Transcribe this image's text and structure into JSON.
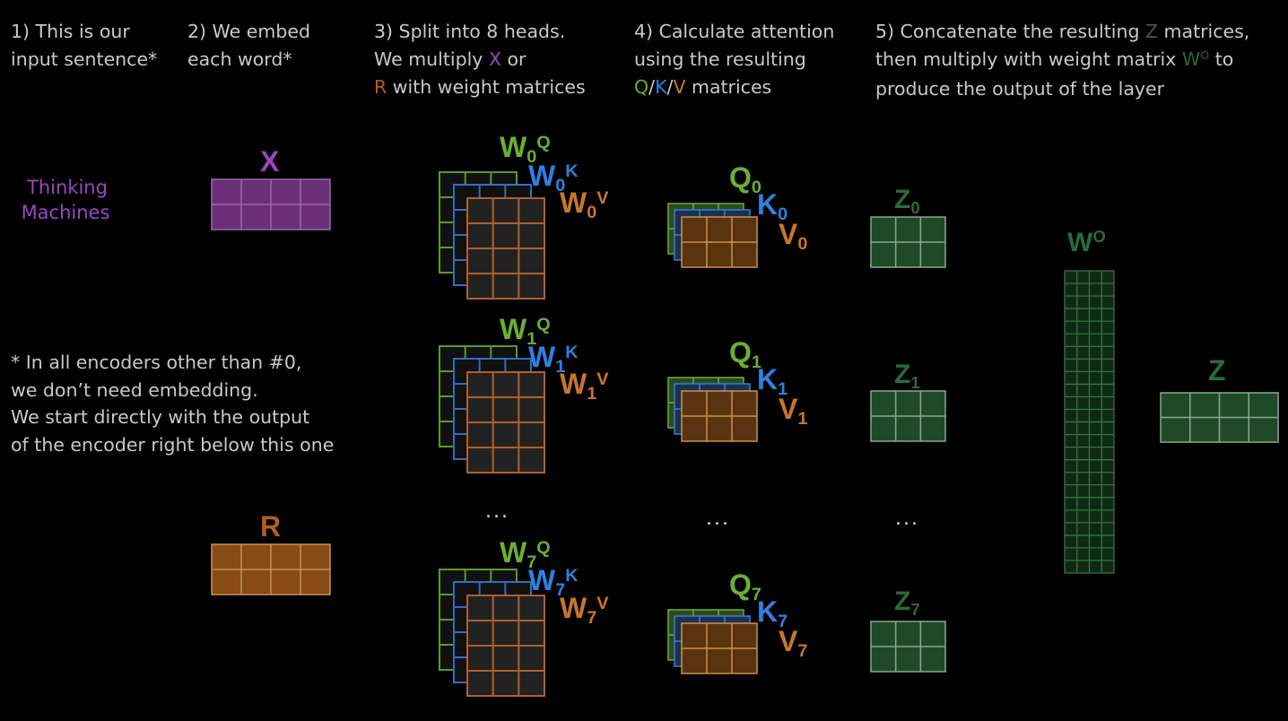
{
  "steps": {
    "s1": {
      "line1": "1) This is our",
      "line2": "input sentence*"
    },
    "s2": {
      "line1": "2) We embed",
      "line2": "each word*"
    },
    "s3": {
      "line1": "3) Split into 8 heads.",
      "line2a": "We multiply ",
      "x": "X",
      "line2b": " or",
      "r": "R",
      "line3": " with weight matrices"
    },
    "s4": {
      "line1": "4) Calculate attention",
      "line2": "using the resulting",
      "q": "Q",
      "slash1": "/",
      "k": "K",
      "slash2": "/",
      "v": "V",
      "line3": " matrices"
    },
    "s5": {
      "line1a": "5) Concatenate the resulting ",
      "z": "Z",
      "line1b": " matrices,",
      "line2a": "then multiply with weight matrix ",
      "w": "W",
      "wsup": "O",
      "line2b": " to",
      "line3": "produce the output of the layer"
    }
  },
  "input_words": [
    "Thinking",
    "Machines"
  ],
  "labels": {
    "x": "X",
    "r": "R",
    "wo": {
      "base": "W",
      "sup": "O"
    },
    "z_out": "Z",
    "heads": [
      {
        "wq": {
          "b": "W",
          "s": "0",
          "p": "Q"
        },
        "wk": {
          "b": "W",
          "s": "0",
          "p": "K"
        },
        "wv": {
          "b": "W",
          "s": "0",
          "p": "V"
        },
        "q": {
          "b": "Q",
          "s": "0"
        },
        "k": {
          "b": "K",
          "s": "0"
        },
        "v": {
          "b": "V",
          "s": "0"
        },
        "z": {
          "b": "Z",
          "s": "0"
        }
      },
      {
        "wq": {
          "b": "W",
          "s": "1",
          "p": "Q"
        },
        "wk": {
          "b": "W",
          "s": "1",
          "p": "K"
        },
        "wv": {
          "b": "W",
          "s": "1",
          "p": "V"
        },
        "q": {
          "b": "Q",
          "s": "1"
        },
        "k": {
          "b": "K",
          "s": "1"
        },
        "v": {
          "b": "V",
          "s": "1"
        },
        "z": {
          "b": "Z",
          "s": "1"
        }
      },
      {
        "wq": {
          "b": "W",
          "s": "7",
          "p": "Q"
        },
        "wk": {
          "b": "W",
          "s": "7",
          "p": "K"
        },
        "wv": {
          "b": "W",
          "s": "7",
          "p": "V"
        },
        "q": {
          "b": "Q",
          "s": "7"
        },
        "k": {
          "b": "K",
          "s": "7"
        },
        "v": {
          "b": "V",
          "s": "7"
        },
        "z": {
          "b": "Z",
          "s": "7"
        }
      }
    ]
  },
  "ellipsis": "...",
  "footnote": {
    "line1": "* In all encoders other than #0,",
    "line2": "we don’t need embedding.",
    "line3": "We start directly with the output",
    "line4": "of the encoder right below this one"
  },
  "colors": {
    "x": "#9b45c0",
    "r": "#b05e1c",
    "q": "#6ab031",
    "k": "#2f80e0",
    "v": "#c9762a",
    "z": "#2a6a3a",
    "text": "#c9c9c9"
  }
}
